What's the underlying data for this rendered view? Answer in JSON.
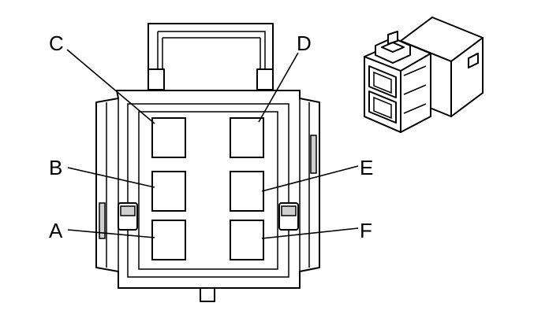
{
  "connector": {
    "cavities": [
      {
        "label": "A"
      },
      {
        "label": "B"
      },
      {
        "label": "C"
      },
      {
        "label": "D"
      },
      {
        "label": "E"
      },
      {
        "label": "F"
      }
    ]
  },
  "colors": {
    "line": "#000000",
    "background": "#ffffff",
    "shade": "#d0d0d0"
  }
}
